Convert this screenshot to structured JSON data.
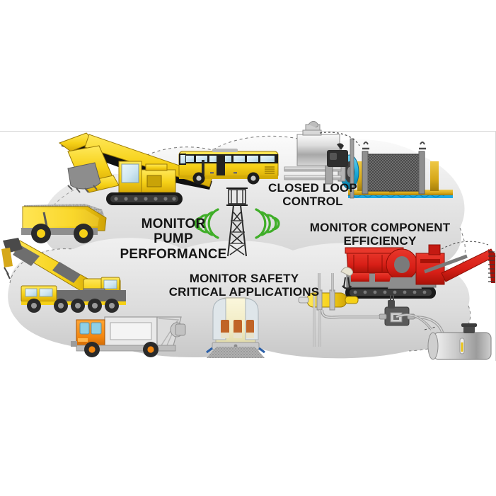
{
  "scene": {
    "kind": "hydraulics-telematics-infographic",
    "background_color": "#ffffff",
    "cloud_color_light": "#f2f2f2",
    "cloud_color_mid": "#dedede",
    "cloud_color_dark": "#cccccc",
    "outline_color": "#4a4a4a",
    "rule_color": "#d8d8d8"
  },
  "labels": {
    "pump": "MONITOR\nPUMP\nPERFORMANCE",
    "closed_loop": "CLOSED LOOP\nCONTROL",
    "component": "MONITOR COMPONENT\nEFFICIENCY",
    "safety": "MONITOR SAFETY\nCRITICAL APPLICATIONS"
  },
  "palette": {
    "machine_yellow": "#f6d117",
    "machine_yellow_dark": "#d8ab07",
    "machine_yellow_light": "#ffe85a",
    "crusher_red": "#d81f17",
    "crusher_red_dark": "#a81208",
    "truck_orange": "#f2860f",
    "truck_orange_dark": "#c96404",
    "track_black": "#1b1b1b",
    "steel_gray": "#9a9a9a",
    "steel_gray_light": "#d0d0d0",
    "signal_green": "#3fae28",
    "water_blue": "#1ba9e8",
    "motor_cyan": "#17a8d8",
    "gold_frame": "#d6a81a",
    "seat_orange": "#c06427",
    "glass_blue": "#cfe6f2"
  },
  "elements": [
    {
      "id": "excavator",
      "name": "yellow tracked excavator",
      "label": "Excavator"
    },
    {
      "id": "dump-truck",
      "name": "yellow articulated dump truck",
      "label": "Dump truck"
    },
    {
      "id": "city-bus",
      "name": "yellow city bus",
      "label": "City bus"
    },
    {
      "id": "mobile-crane",
      "name": "yellow all-terrain mobile crane",
      "label": "Mobile crane"
    },
    {
      "id": "garbage-truck",
      "name": "orange refuse collection truck",
      "label": "Garbage truck"
    },
    {
      "id": "rail-car",
      "name": "rail passenger car front view",
      "label": "Rail car"
    },
    {
      "id": "crusher",
      "name": "red mobile jaw crusher on tracks",
      "label": "Mobile crusher"
    },
    {
      "id": "radio-tower",
      "name": "lattice telemetry tower",
      "label": "Telemetry tower"
    },
    {
      "id": "winch-assembly",
      "name": "hydraulic winch and drum",
      "label": "Hydraulic winch"
    },
    {
      "id": "cylinder-valve",
      "name": "yellow cylinder with valve block",
      "label": "Cylinder and valve"
    },
    {
      "id": "reservoir-tank",
      "name": "hydraulic reservoir tank",
      "label": "Reservoir tank"
    }
  ],
  "signal": {
    "left_arcs": 4,
    "right_arcs": 4,
    "color": "#3fae28"
  }
}
